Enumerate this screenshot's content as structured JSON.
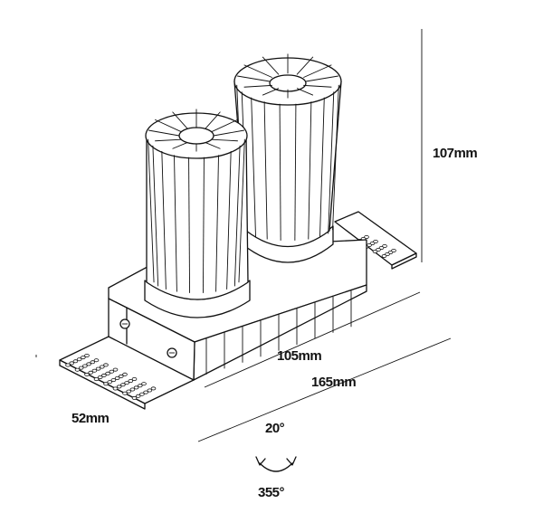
{
  "dimensions": {
    "height": "107mm",
    "inner_length": "105mm",
    "outer_length": "165mm",
    "depth": "52mm"
  },
  "adjustment": {
    "tilt": "20°",
    "rotation": "355°"
  }
}
